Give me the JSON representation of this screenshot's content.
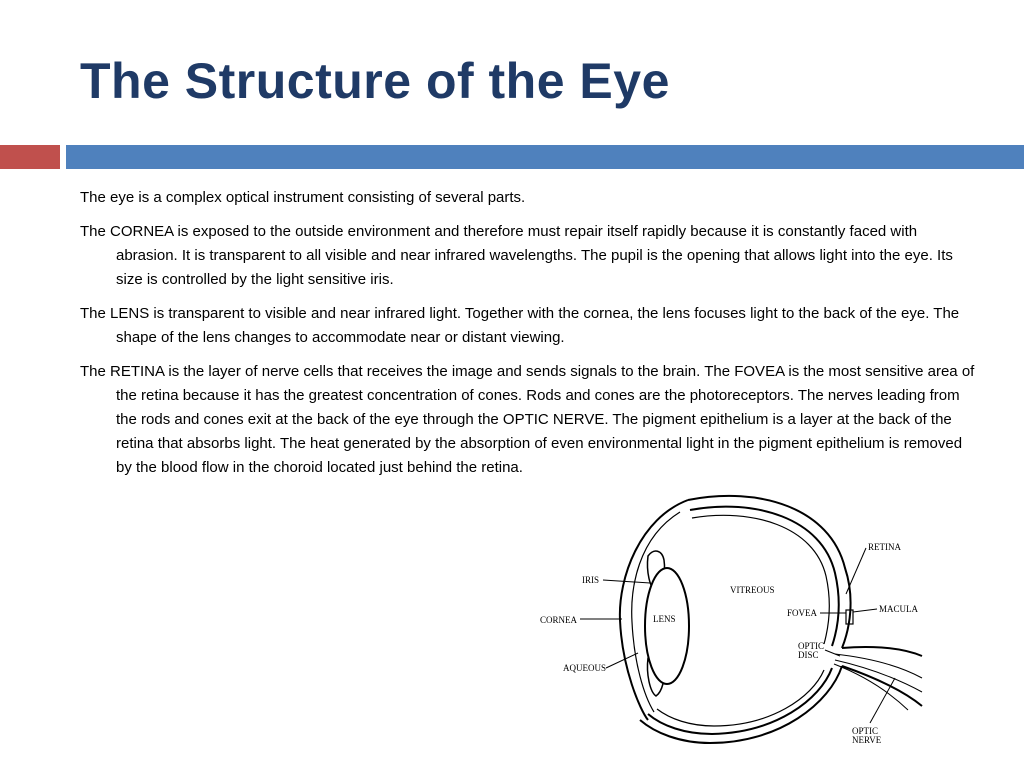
{
  "slide": {
    "title": "The Structure of the Eye",
    "paragraphs": [
      "The eye is a complex optical instrument consisting of several parts.",
      "The CORNEA is exposed to the outside environment and therefore must repair itself rapidly because it is constantly faced with abrasion. It is transparent to all visible and near infrared wavelengths. The pupil is the opening that allows light into the eye. Its size is controlled by the light sensitive iris.",
      "The LENS is transparent to visible and near infrared light. Together with the cornea, the lens focuses light to the back of the eye. The shape of the lens changes to accommodate near or distant viewing.",
      "The RETINA is the layer of nerve cells that receives the image and sends signals to the brain. The FOVEA is the most sensitive area of the retina because it has the greatest concentration of cones. Rods and cones are the photoreceptors. The nerves leading from the rods and cones exit at the back of the eye through the OPTIC NERVE. The pigment epithelium is a layer at the back of the retina that absorbs light. The heat generated by the absorption of even environmental light in the pigment epithelium is removed by the blood flow in the choroid located just behind the retina."
    ]
  },
  "diagram": {
    "labels": {
      "iris": "IRIS",
      "cornea": "CORNEA",
      "lens": "LENS",
      "aqueous": "AQUEOUS",
      "vitreous": "VITREOUS",
      "fovea": "FOVEA",
      "retina": "RETINA",
      "macula": "MACULA",
      "optic_disc_1": "OPTIC",
      "optic_disc_2": "DISC",
      "optic_nerve_1": "OPTIC",
      "optic_nerve_2": "NERVE"
    }
  },
  "colors": {
    "title": "#1f3a66",
    "accent_red": "#c0504d",
    "accent_blue": "#4f81bd"
  }
}
